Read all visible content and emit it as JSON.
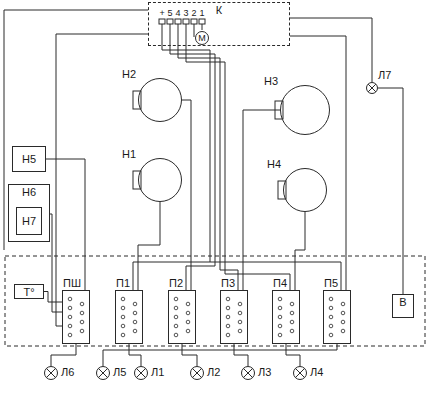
{
  "diagram": {
    "nodes": [
      {
        "text": [
          "К"
        ]
      },
      {
        "text": [
          "М"
        ],
        "in": 0
      },
      {
        "text": [
          "Л7"
        ]
      },
      {
        "text": [
          "Н2"
        ]
      },
      {
        "text": [
          "Н3"
        ]
      },
      {
        "text": [
          "Н1"
        ]
      },
      {
        "text": [
          "Н4"
        ]
      },
      {
        "text": [
          "Н5"
        ]
      },
      {
        "text": [
          "Н6"
        ]
      },
      {
        "text": [
          "Н7"
        ],
        "in": 8
      },
      {
        "text": [
          "Т°"
        ]
      },
      {
        "text": [
          "ПШ"
        ]
      },
      {
        "text": [
          "П1"
        ]
      },
      {
        "text": [
          "П2"
        ]
      },
      {
        "text": [
          "П3"
        ]
      },
      {
        "text": [
          "П4"
        ]
      },
      {
        "text": [
          "П5"
        ]
      },
      {
        "text": [
          "В"
        ]
      },
      {
        "text": [
          "Л6"
        ]
      },
      {
        "text": [
          "Л5"
        ]
      },
      {
        "text": [
          "Л1"
        ]
      },
      {
        "text": [
          "Л2"
        ]
      },
      {
        "text": [
          "Л3"
        ]
      },
      {
        "text": [
          "Л4"
        ]
      }
    ],
    "edges": [
      {
        "from": 0,
        "to": 11,
        "arrow": "none"
      },
      {
        "from": 0,
        "to": 2,
        "arrow": "none"
      },
      {
        "from": 0,
        "to": 16,
        "arrow": "none"
      },
      {
        "from": 2,
        "to": 17,
        "arrow": "none"
      },
      {
        "from": 5,
        "to": 12,
        "arrow": "none"
      },
      {
        "from": 3,
        "to": 13,
        "arrow": "none"
      },
      {
        "from": 4,
        "to": 14,
        "arrow": "none"
      },
      {
        "from": 6,
        "to": 15,
        "arrow": "none"
      },
      {
        "from": 7,
        "to": 11,
        "arrow": "none"
      },
      {
        "from": 8,
        "to": 11,
        "arrow": "none"
      },
      {
        "from": 10,
        "to": 11,
        "arrow": "none"
      },
      {
        "from": 11,
        "to": 18,
        "arrow": "none"
      },
      {
        "from": 12,
        "to": 20,
        "arrow": "none"
      },
      {
        "from": 13,
        "to": 21,
        "arrow": "none"
      },
      {
        "from": 14,
        "to": 22,
        "arrow": "none"
      },
      {
        "from": 15,
        "to": 23,
        "arrow": "none"
      },
      {
        "from": 16,
        "to": 19,
        "arrow": "none"
      }
    ],
    "labels": [
      "+",
      "5",
      "4",
      "3",
      "2",
      "1"
    ]
  }
}
